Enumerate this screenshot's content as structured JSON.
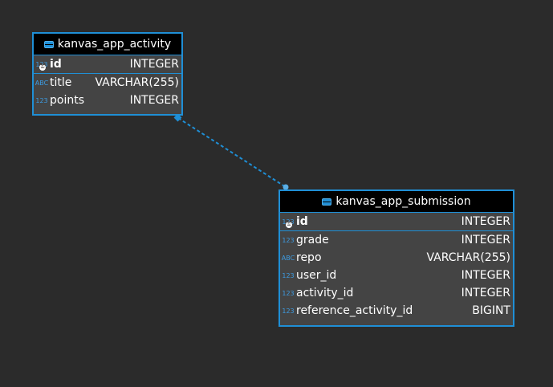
{
  "colors": {
    "background": "#2b2b2b",
    "entity_border": "#1f8fd6",
    "entity_body": "#444444",
    "header_bg": "#000000",
    "connector": "#1f8fd6"
  },
  "entities": {
    "activity": {
      "name": "kanvas_app_activity",
      "pk": {
        "icon": "123",
        "name": "id",
        "type": "INTEGER"
      },
      "columns": [
        {
          "icon": "ABC",
          "name": "title",
          "type": "VARCHAR(255)"
        },
        {
          "icon": "123",
          "name": "points",
          "type": "INTEGER"
        }
      ]
    },
    "submission": {
      "name": "kanvas_app_submission",
      "pk": {
        "icon": "123",
        "name": "id",
        "type": "INTEGER"
      },
      "columns": [
        {
          "icon": "123",
          "name": "grade",
          "type": "INTEGER"
        },
        {
          "icon": "ABC",
          "name": "repo",
          "type": "VARCHAR(255)"
        },
        {
          "icon": "123",
          "name": "user_id",
          "type": "INTEGER"
        },
        {
          "icon": "123",
          "name": "activity_id",
          "type": "INTEGER"
        },
        {
          "icon": "123",
          "name": "reference_activity_id",
          "type": "BIGINT"
        }
      ]
    }
  }
}
